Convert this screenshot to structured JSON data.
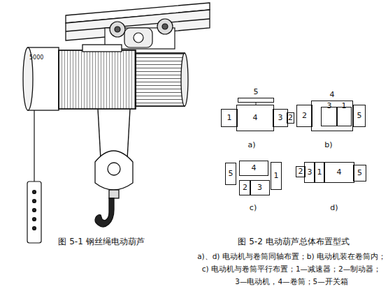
{
  "diagram": {
    "nodes": [
      {
        "text": [
          "5"
        ]
      },
      {
        "text": [
          "1"
        ]
      },
      {
        "text": [
          "4"
        ]
      },
      {
        "text": [
          "3"
        ]
      },
      {
        "text": [
          "2"
        ]
      },
      {
        "text": [
          "2"
        ]
      },
      {
        "text": [
          "4"
        ]
      },
      {
        "text": [
          "3"
        ],
        "in": 6
      },
      {
        "text": [
          "1"
        ],
        "in": 6
      },
      {
        "text": [
          "5"
        ]
      },
      {
        "text": [
          "5"
        ]
      },
      {
        "text": [
          "4"
        ]
      },
      {
        "text": [
          "2"
        ]
      },
      {
        "text": [
          "3"
        ]
      },
      {
        "text": [
          "1"
        ]
      },
      {
        "text": [
          "2"
        ]
      },
      {
        "text": [
          "3"
        ]
      },
      {
        "text": [
          "1"
        ]
      },
      {
        "text": [
          "4"
        ]
      },
      {
        "text": [
          "5"
        ]
      }
    ],
    "edges": [],
    "labels": [
      "图 5-1  钢丝绳电动葫芦",
      "5000",
      "a)",
      "b)",
      "c)",
      "d)",
      "图 5-2  电动葫芦总体布置型式",
      "a)、d) 电动机与卷筒同轴布置；b) 电动机装在卷筒内；",
      "c) 电动机与卷筒平行布置；1—减速器；2—制动器；",
      "3—电动机，4—卷筒；5—开关箱"
    ]
  }
}
